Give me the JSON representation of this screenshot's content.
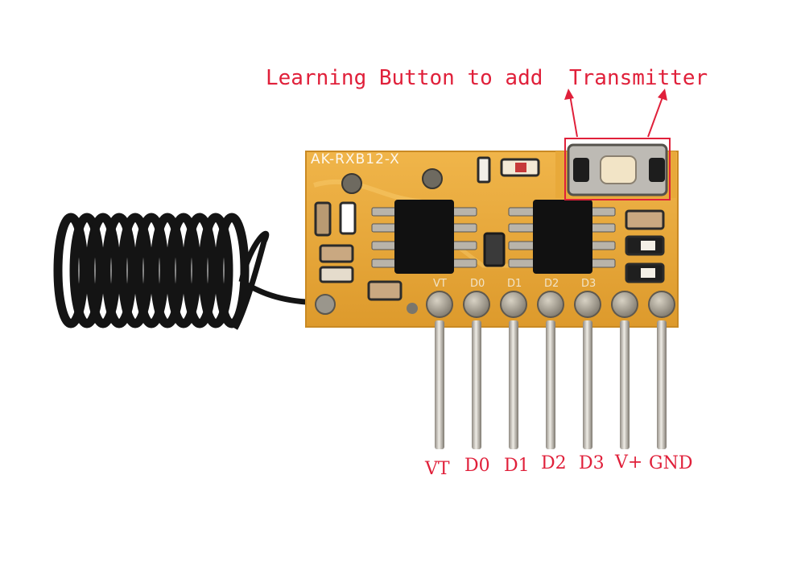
{
  "annotations": {
    "learning_label": "Learning Button to add",
    "transmitter_label": "Transmitter"
  },
  "board": {
    "silkscreen": "AK-RXB12-X",
    "pad_labels": [
      "VT",
      "D0",
      "D1",
      "D2",
      "D3"
    ]
  },
  "pins": [
    {
      "label": "VT"
    },
    {
      "label": "D0"
    },
    {
      "label": "D1"
    },
    {
      "label": "D2"
    },
    {
      "label": "D3"
    },
    {
      "label": "V+"
    },
    {
      "label": "GND"
    }
  ],
  "colors": {
    "annotation": "#e0203a",
    "pcb": "#e8a93a",
    "antenna": "#141414",
    "chip": "#111111",
    "pin": "#c8c4bc"
  }
}
